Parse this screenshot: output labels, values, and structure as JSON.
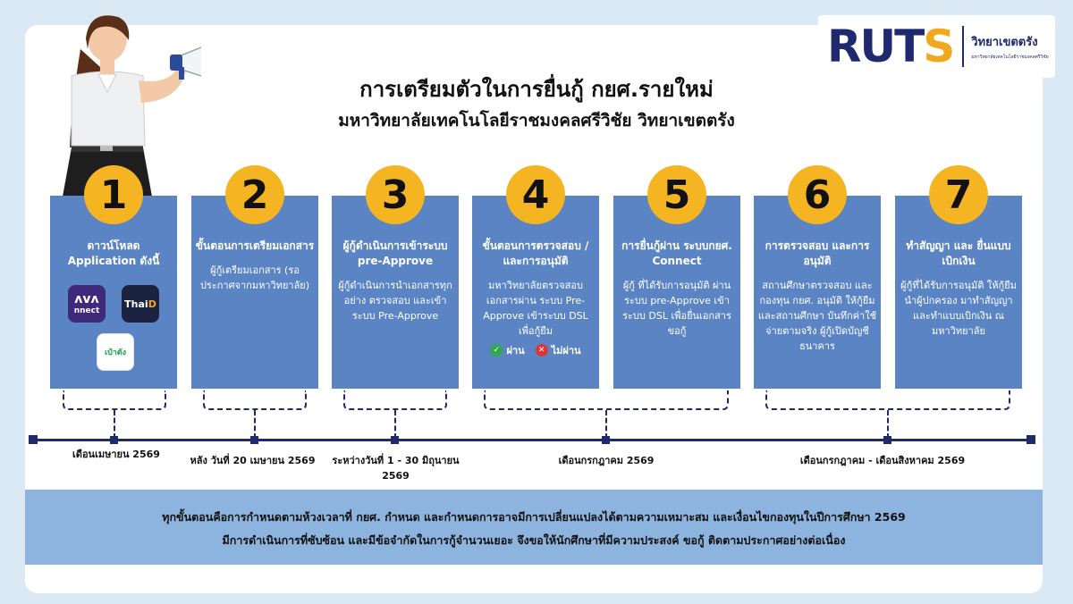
{
  "header": {
    "title": "การเตรียมตัวในการยื่นกู้ กยศ.รายใหม่",
    "subtitle": "มหาวิทยาลัยเทคโนโลยีราชมงคลศรีวิชัย วิทยาเขตตรัง"
  },
  "logo": {
    "part1": "RUT",
    "part2": "S",
    "campus": "วิทยาเขตตรัง",
    "tagline": "มหาวิทยาลัยเทคโนโลยีราชมงคลศรีวิชัย"
  },
  "apps": {
    "connect": "nnect",
    "thaid_main": "Thai",
    "thaid_accent": "D",
    "paotang": "เป๋าตัง"
  },
  "steps": [
    {
      "number": "1",
      "heading": "ดาวน์โหลด Application ดังนี้"
    },
    {
      "number": "2",
      "heading": "ขั้นตอนการเตรียมเอกสาร",
      "body": "ผู้กู้เตรียมเอกสาร (รอประกาศจากมหาวิทยาลัย)"
    },
    {
      "number": "3",
      "heading": "ผู้กู้ดำเนินการเข้าระบบ pre-Approve",
      "body": "ผู้กู้ดำเนินการนำเอกสารทุกอย่าง ตรวจสอบ และเข้าระบบ Pre-Approve"
    },
    {
      "number": "4",
      "heading": "ขั้นตอนการตรวจสอบ / และการอนุมัติ",
      "body": "มหาวิทยาลัยตรวจสอบเอกสารผ่าน ระบบ Pre-Approve เข้าระบบ DSL เพื่อกู้ยืม",
      "pass": "ผ่าน",
      "fail": "ไม่ผ่าน"
    },
    {
      "number": "5",
      "heading": "การยื่นกู้ผ่าน ระบบกยศ. Connect",
      "body": "ผู้กู้ ที่ได้รับการอนุมัติ ผ่านระบบ pre-Approve เข้าระบบ DSL เพื่อยื่นเอกสารขอกู้"
    },
    {
      "number": "6",
      "heading": "การตรวจสอบ และการอนุมัติ",
      "body": "สถานศึกษาตรวจสอบ และ กองทุน กยศ. อนุมัติ ให้กู้ยืม และสถานศึกษา บันทึกค่าใช้จ่ายตามจริง ผู้กู้เปิดบัญชีธนาคาร"
    },
    {
      "number": "7",
      "heading": "ทำสัญญา และ ยื่นแบบเบิกเงิน",
      "body": "ผู้กู้ที่ได้รับการอนุมัติ ให้กู้ยืม นำผู้ปกครอง มาทำสัญญา และทำแบบเบิกเงิน ณ มหาวิทยาลัย"
    }
  ],
  "timeline": [
    "เดือนเมษายน 2569",
    "หลัง วันที่ 20 เมษายน 2569",
    "ระหว่างวันที่ 1 - 30 มิถุนายน 2569",
    "เดือนกรกฎาคม 2569",
    "เดือนกรกฎาคม - เดือนสิงหาคม 2569"
  ],
  "footer": {
    "line1": "ทุกขั้นตอนคือการกำหนดตามห้วงเวลาที่ กยศ. กำหนด และกำหนดการอาจมีการเปลี่ยนแปลงได้ตามความเหมาะสม และเงื่อนไขกองทุนในปีการศึกษา 2569",
    "line2": "มีการดำเนินการที่ซับซ้อน และมีข้อจำกัดในการกู้จำนวนเยอะ จึงขอให้นักศึกษาที่มีความประสงค์ ขอกู้ ติดตามประกาศอย่างต่อเนื่อง"
  },
  "colors": {
    "box": "#5b84c4",
    "circle": "#f5b522",
    "navy": "#1f2a6e",
    "footer": "#8db4de",
    "background": "#dbe9f4"
  },
  "icons": [
    "megaphone-icon",
    "check-circle-icon",
    "cross-circle-icon"
  ]
}
